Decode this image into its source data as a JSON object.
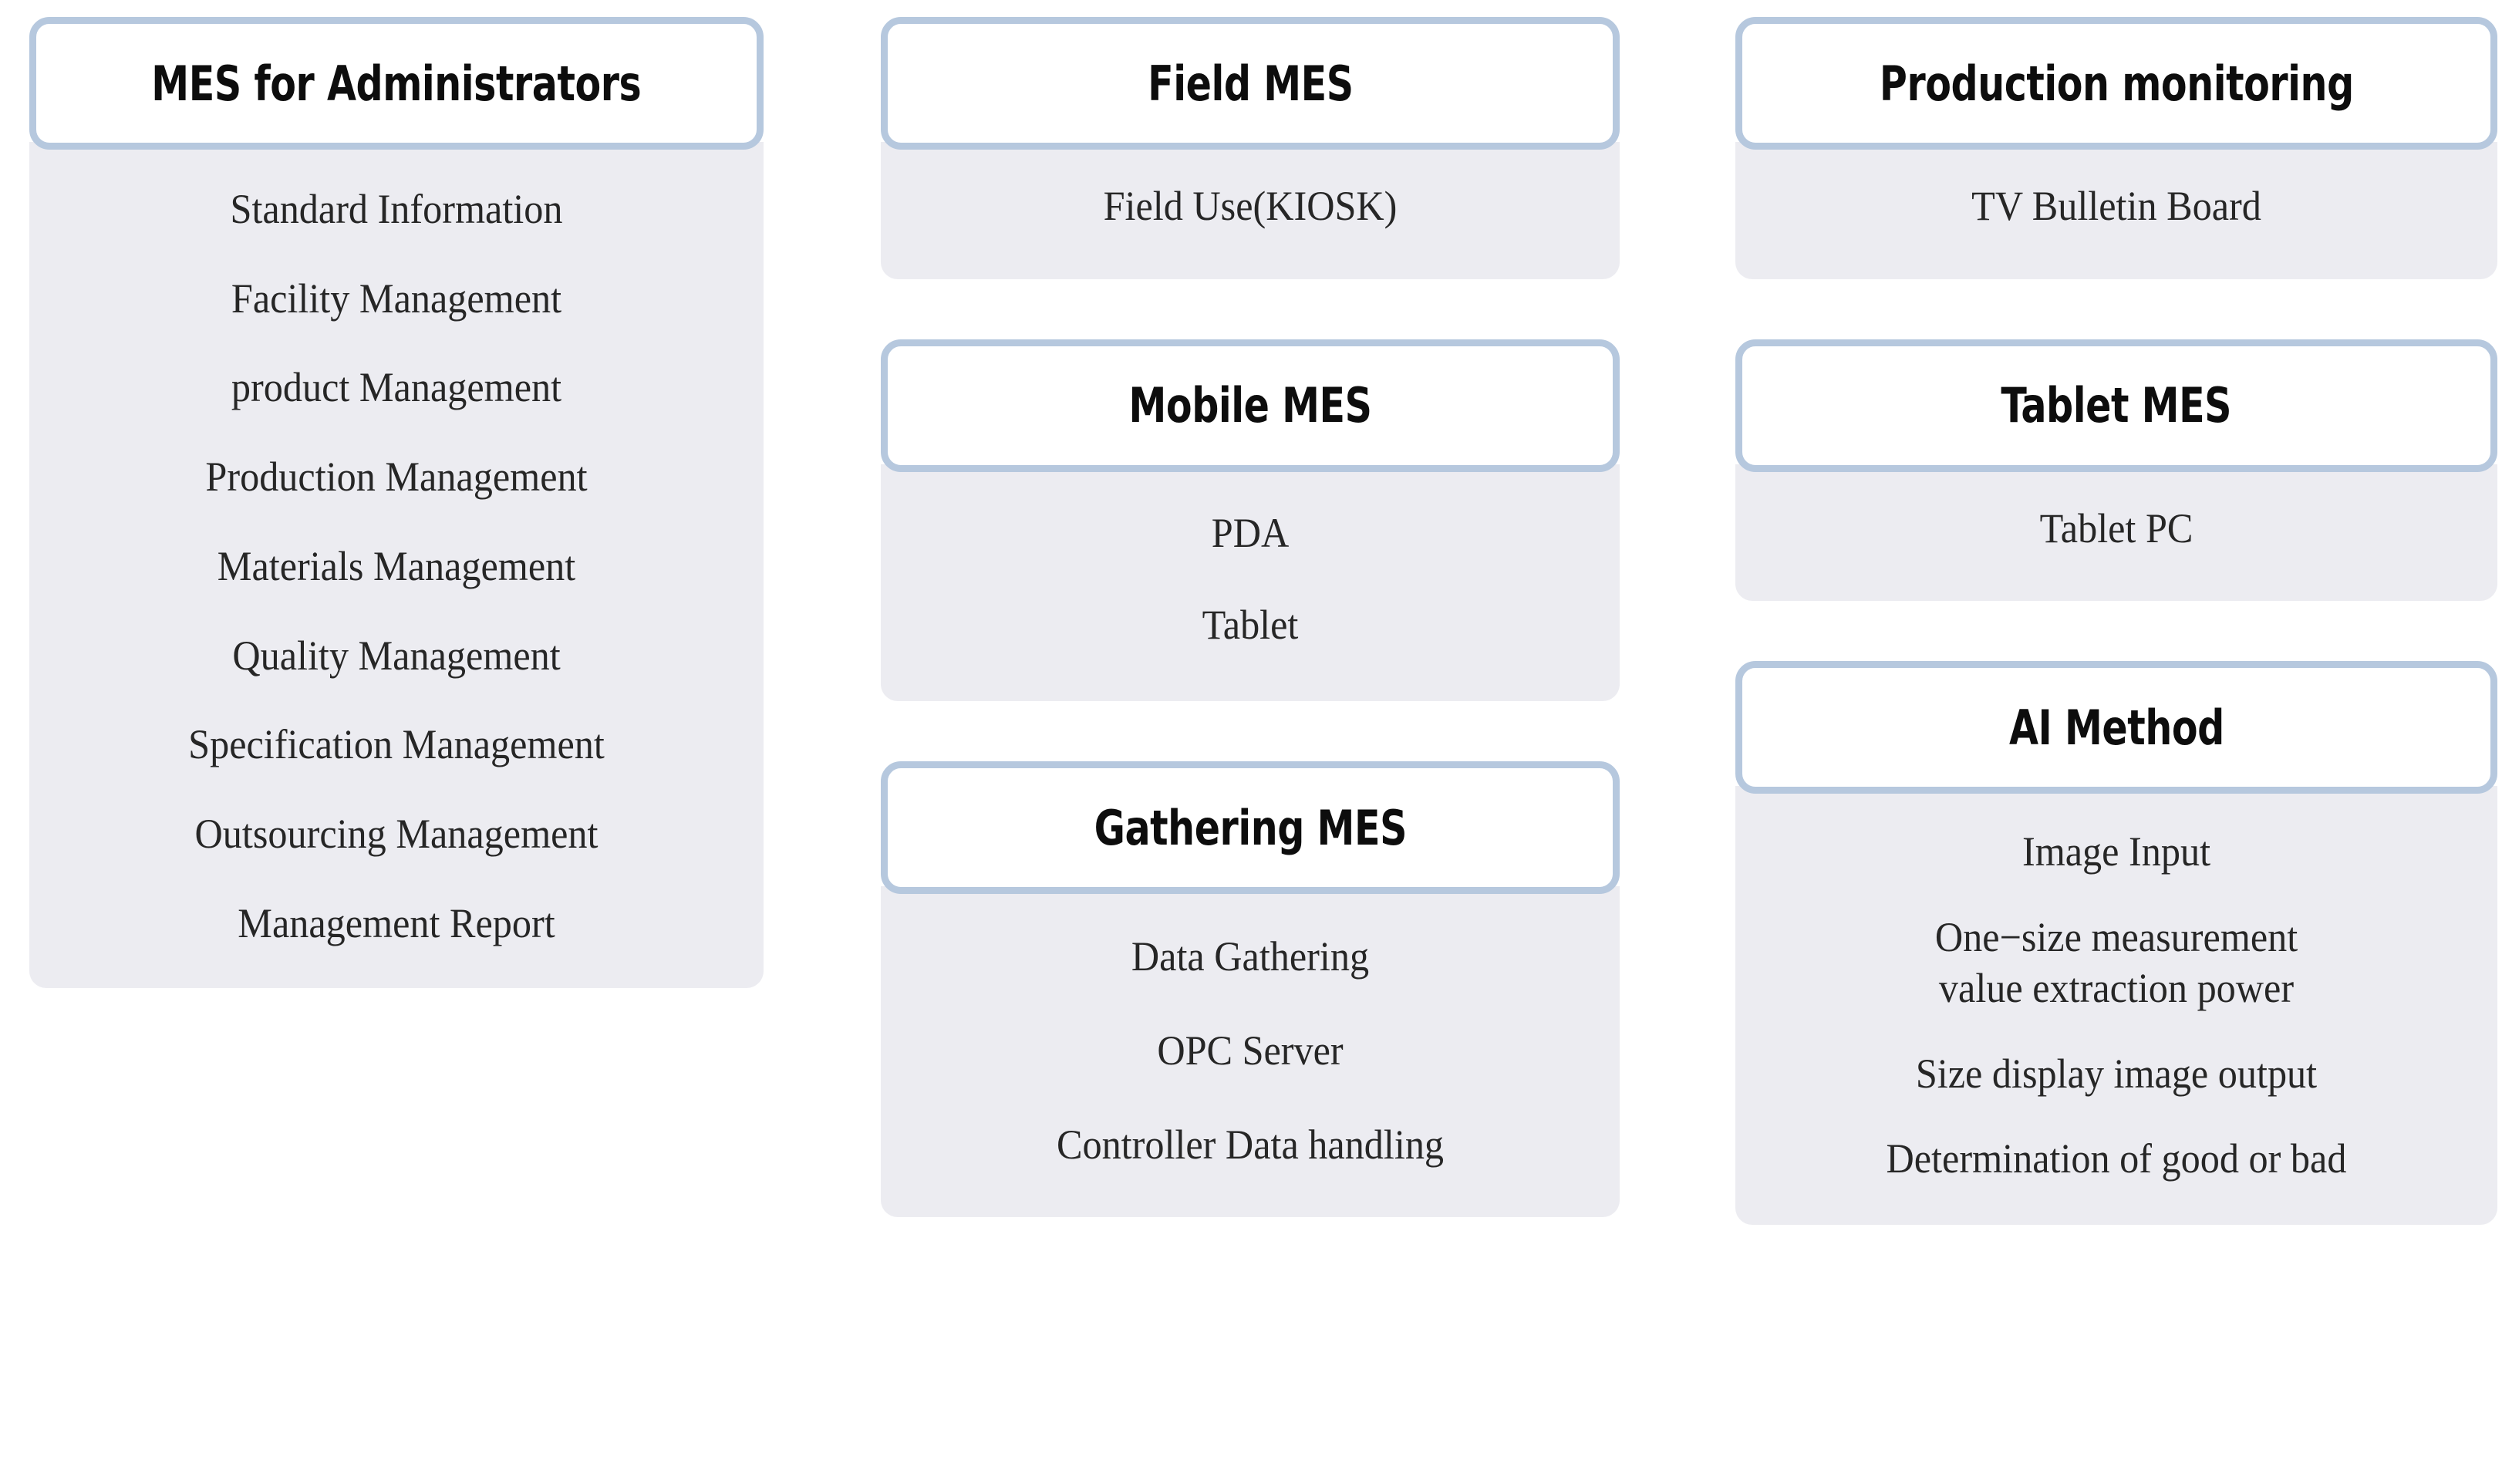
{
  "theme": {
    "header_border_color": "#b6c8de",
    "header_fill_color": "#ffffff",
    "body_fill_color": "#ececf1",
    "text_color": "#262626",
    "header_text_color": "#0d0d0d",
    "page_background": "#ffffff"
  },
  "columns": [
    {
      "id": "column-administrators",
      "sections": [
        {
          "id": "mes-for-administrators",
          "title": "MES for Administrators",
          "items": [
            "Standard Information",
            "Facility Management",
            "product Management",
            "Production Management",
            "Materials Management",
            "Quality Management",
            "Specification Management",
            "Outsourcing Management",
            "Management Report"
          ]
        }
      ]
    },
    {
      "id": "column-field-mobile-gathering",
      "sections": [
        {
          "id": "field-mes",
          "title": "Field MES",
          "items": [
            "Field Use(KIOSK)"
          ]
        },
        {
          "id": "mobile-mes",
          "title": "Mobile MES",
          "items": [
            "PDA",
            "Tablet"
          ]
        },
        {
          "id": "gathering-mes",
          "title": "Gathering MES",
          "items": [
            "Data Gathering",
            "OPC Server",
            "Controller Data handling"
          ]
        }
      ]
    },
    {
      "id": "column-monitoring-tablet-ai",
      "sections": [
        {
          "id": "production-monitoring",
          "title": "Production monitoring",
          "items": [
            "TV Bulletin Board"
          ]
        },
        {
          "id": "tablet-mes",
          "title": "Tablet MES",
          "items": [
            "Tablet PC"
          ]
        },
        {
          "id": "ai-method",
          "title": "AI Method",
          "items": [
            "Image Input",
            "One−size measurement\nvalue extraction power",
            "Size display image output",
            "Determination of good or bad"
          ]
        }
      ]
    }
  ]
}
